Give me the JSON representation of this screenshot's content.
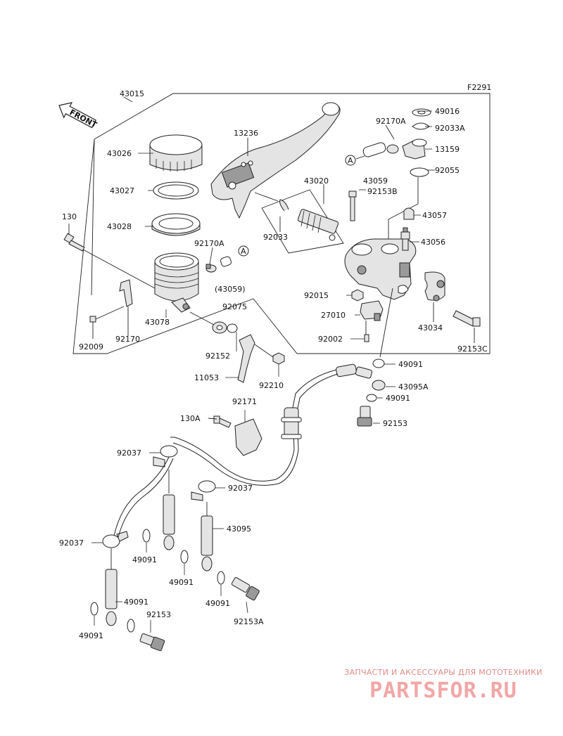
{
  "figure_code": "F2291",
  "front_arrow": "FRONT",
  "labels": {
    "p43015": "43015",
    "p43026": "43026",
    "p43027": "43027",
    "p43028": "43028",
    "p130": "130",
    "p92170A_l": "92170A",
    "p43059_b": "(43059)",
    "circleA_l": "A",
    "p43078": "43078",
    "p92170": "92170",
    "p92009": "92009",
    "p13236": "13236",
    "p43020": "43020",
    "p92033": "92033",
    "p92170A_r": "92170A",
    "p49016": "49016",
    "p92033A": "92033A",
    "p13159": "13159",
    "circleA_r": "A",
    "p43059": "43059",
    "p92055": "92055",
    "p92153B": "92153B",
    "p43057": "43057",
    "p43056": "43056",
    "p92015": "92015",
    "p27010": "27010",
    "p92002": "92002",
    "p43034": "43034",
    "p92153C": "92153C",
    "p92075": "92075",
    "p92152": "92152",
    "p11053": "11053",
    "p92210": "92210",
    "p49091_a": "49091",
    "p43095A": "43095A",
    "p49091_b": "49091",
    "p92153_r": "92153",
    "p130A": "130A",
    "p92171": "92171",
    "p92037_a": "92037",
    "p92037_b": "92037",
    "p43095": "43095",
    "p92037_c": "92037",
    "p49091_c": "49091",
    "p49091_d": "49091",
    "p49091_e": "49091",
    "p49091_f": "49091",
    "p49091_g": "49091",
    "p92153_l": "92153",
    "p92153A": "92153A"
  },
  "watermark": {
    "top_text": "ЗАПЧАСТИ И АКСЕССУАРЫ ДЛЯ МОТОТЕХНИКИ",
    "main_text": "PARTSFOR.RU"
  }
}
